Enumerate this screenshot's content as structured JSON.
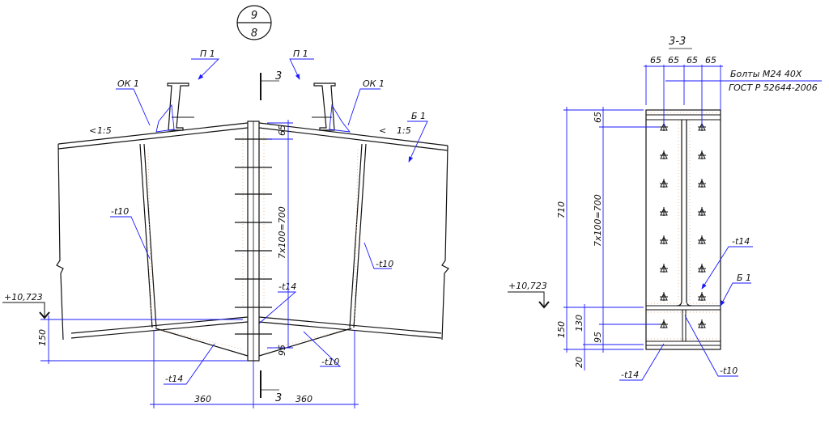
{
  "view_marker": {
    "top": "9",
    "bottom": "8"
  },
  "section_marker": "3",
  "section_title": "3-3",
  "colors": {
    "outline": "#111111",
    "dimension": "#1a1aff",
    "weld": "#e0a070"
  },
  "left_view": {
    "labels": {
      "purlin_left": "П 1",
      "purlin_right": "П 1",
      "support_left": "ОК 1",
      "support_right": "ОК 1",
      "beam": "Б 1",
      "slope_left": "1:5",
      "slope_right": "1:5",
      "stiffener_left": "-t10",
      "stiffener_right": "-t10",
      "plate_center": "-t14",
      "haunch_left": "-t14",
      "haunch_right": "-t10"
    },
    "dimensions": {
      "top_offset": "65",
      "bolt_pitch": "7x100=700",
      "bottom_offset": "95",
      "haunch_height": "150",
      "half_span_left": "360",
      "half_span_right": "360"
    },
    "elevation": "+10,723"
  },
  "section_view": {
    "bolt_spacing": [
      "65",
      "65",
      "65",
      "65"
    ],
    "bolt_note": [
      "Болты М24 40Х",
      "ГОСТ Р 52644-2006"
    ],
    "dimensions": {
      "total_height": "710",
      "top_offset": "65",
      "bolt_pitch": "7x100=700",
      "haunch_height": "150",
      "haunch_web": "130",
      "bottom_offset": "95",
      "flange": "20"
    },
    "labels": {
      "plate_top": "-t14",
      "beam": "Б 1",
      "plate_bottom": "-t14",
      "web": "-t10"
    },
    "elevation": "+10,723"
  }
}
